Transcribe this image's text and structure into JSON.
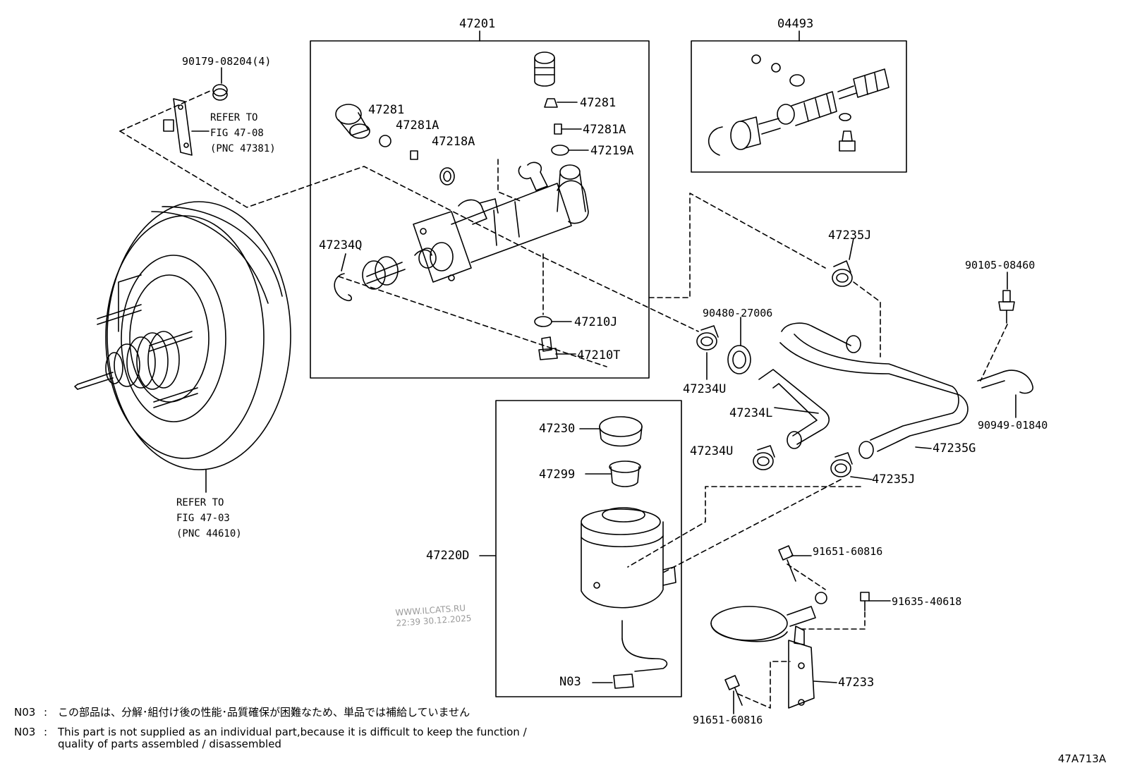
{
  "parts": {
    "p47201": "47201",
    "p04493": "04493",
    "p90179": "90179-08204(4)",
    "p47281_a": "47281",
    "p47281_b": "47281",
    "p47281A_a": "47281A",
    "p47281A_b": "47281A",
    "p47218A": "47218A",
    "p47219A": "47219A",
    "p47234Q": "47234Q",
    "p47210J": "47210J",
    "p47210T": "47210T",
    "p47235J_top": "47235J",
    "p47235J_bottom": "47235J",
    "p90105": "90105-08460",
    "p90480": "90480-27006",
    "p47234U_top": "47234U",
    "p47234U_bottom": "47234U",
    "p47234L": "47234L",
    "p90949": "90949-01840",
    "p47235G": "47235G",
    "p47230": "47230",
    "p47299": "47299",
    "p47220D": "47220D",
    "pN03": "N03",
    "p91651_top": "91651-60816",
    "p91635": "91635-40618",
    "p47233": "47233",
    "p91651_bottom": "91651-60816"
  },
  "refs": {
    "fig4708": {
      "line1": "REFER TO",
      "line2": "FIG 47-08",
      "line3": "(PNC 47381)"
    },
    "fig4703": {
      "line1": "REFER TO",
      "line2": "FIG 47-03",
      "line3": "(PNC 44610)"
    }
  },
  "notes": [
    {
      "code": "N03",
      "sep": ":",
      "text": "この部品は、分解･組付け後の性能･品質確保が困難なため、単品では補給していません"
    },
    {
      "code": "N03",
      "sep": ":",
      "text": "This part is not supplied as an individual part,because it is difficult to keep the function /",
      "text2": "quality of parts assembled / disassembled"
    }
  ],
  "watermark": {
    "line1": "WWW.ILCATS.RU",
    "line2": "22:39 30.12.2025"
  },
  "figure_id": "47A713A",
  "colors": {
    "line": "#000000",
    "watermark": "#9a9a9a",
    "background": "#ffffff"
  }
}
